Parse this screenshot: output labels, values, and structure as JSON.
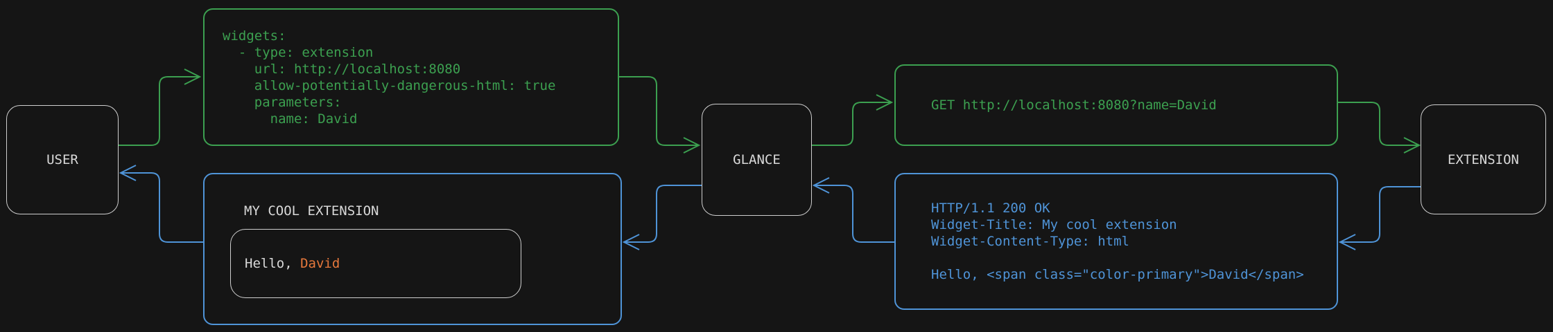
{
  "colors": {
    "background": "#151515",
    "green": "#3ca050",
    "blue": "#4f94d8",
    "orange": "#e6783c",
    "node_border_gray": "#cfcfcf",
    "text_gray": "#d9d9d9"
  },
  "nodes": {
    "user": {
      "label": "USER"
    },
    "glance": {
      "label": "GLANCE"
    },
    "extension": {
      "label": "EXTENSION"
    }
  },
  "boxes": {
    "config": {
      "code": "widgets:\n  - type: extension\n    url: http://localhost:8080\n    allow-potentially-dangerous-html: true\n    parameters:\n      name: David"
    },
    "request": {
      "code": "GET http://localhost:8080?name=David"
    },
    "response": {
      "code": "HTTP/1.1 200 OK\nWidget-Title: My cool extension\nWidget-Content-Type: html\n\nHello, <span class=\"color-primary\">David</span>"
    },
    "widget": {
      "title": "MY COOL EXTENSION",
      "greeting_prefix": "Hello, ",
      "greeting_name": "David"
    }
  }
}
